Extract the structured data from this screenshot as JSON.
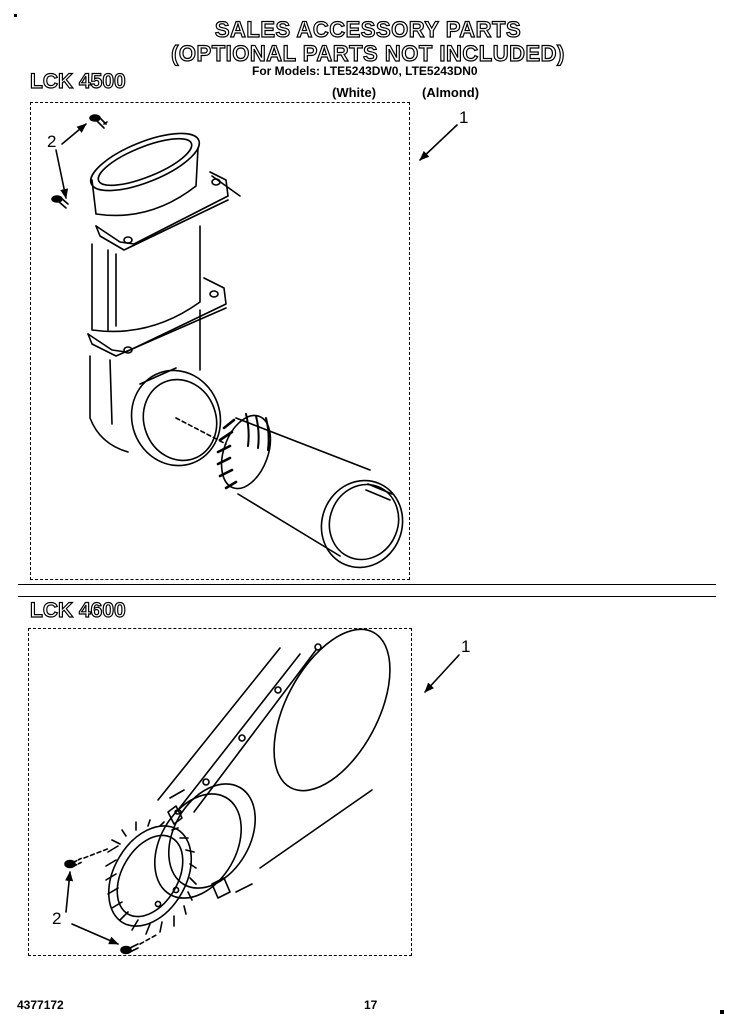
{
  "header": {
    "title_line1": "SALES ACCESSORY PARTS",
    "title_line2": "(OPTIONAL PARTS NOT INCLUDED)",
    "models_line": "For Models: LTE5243DW0, LTE5243DN0",
    "color_white": "(White)",
    "color_almond": "(Almond)"
  },
  "sections": [
    {
      "kit_label": "LCK 4500",
      "callouts": [
        "1",
        "2"
      ]
    },
    {
      "kit_label": "LCK 4600",
      "callouts": [
        "1",
        "2"
      ]
    }
  ],
  "footer": {
    "doc_number": "4377172",
    "page_number": "17"
  },
  "colors": {
    "ink": "#000000",
    "paper": "#ffffff"
  }
}
